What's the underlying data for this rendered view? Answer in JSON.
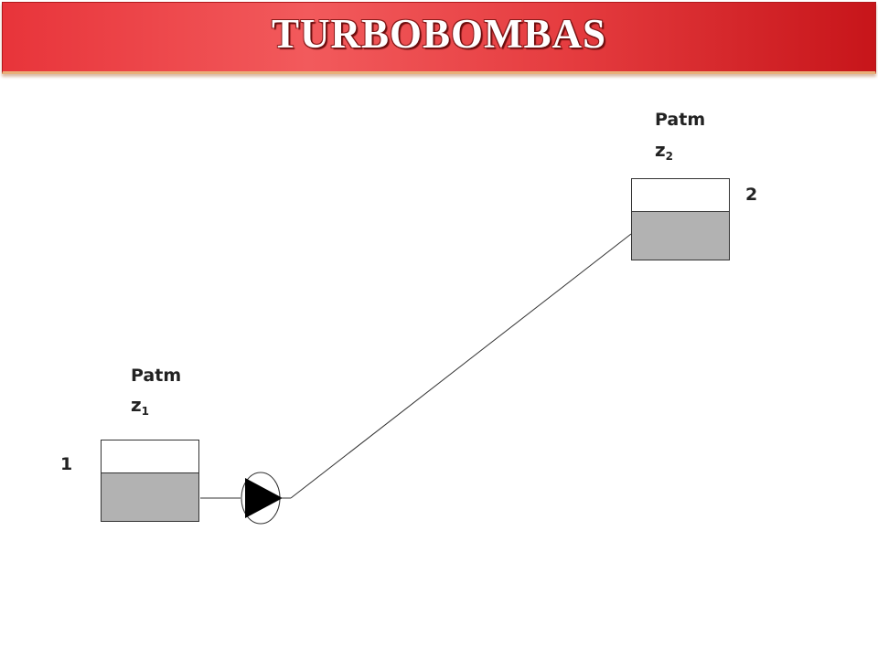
{
  "header": {
    "title": "TURBOBOMBAS"
  },
  "tank_1": {
    "id_label": "1",
    "pressure_label": "Patm",
    "height_var": "z",
    "height_sub": "1"
  },
  "tank_2": {
    "id_label": "2",
    "pressure_label": "Patm",
    "height_var": "z",
    "height_sub": "2"
  },
  "colors": {
    "banner": "#e53c3f",
    "water": "#b2b2b2",
    "line": "#333333"
  }
}
